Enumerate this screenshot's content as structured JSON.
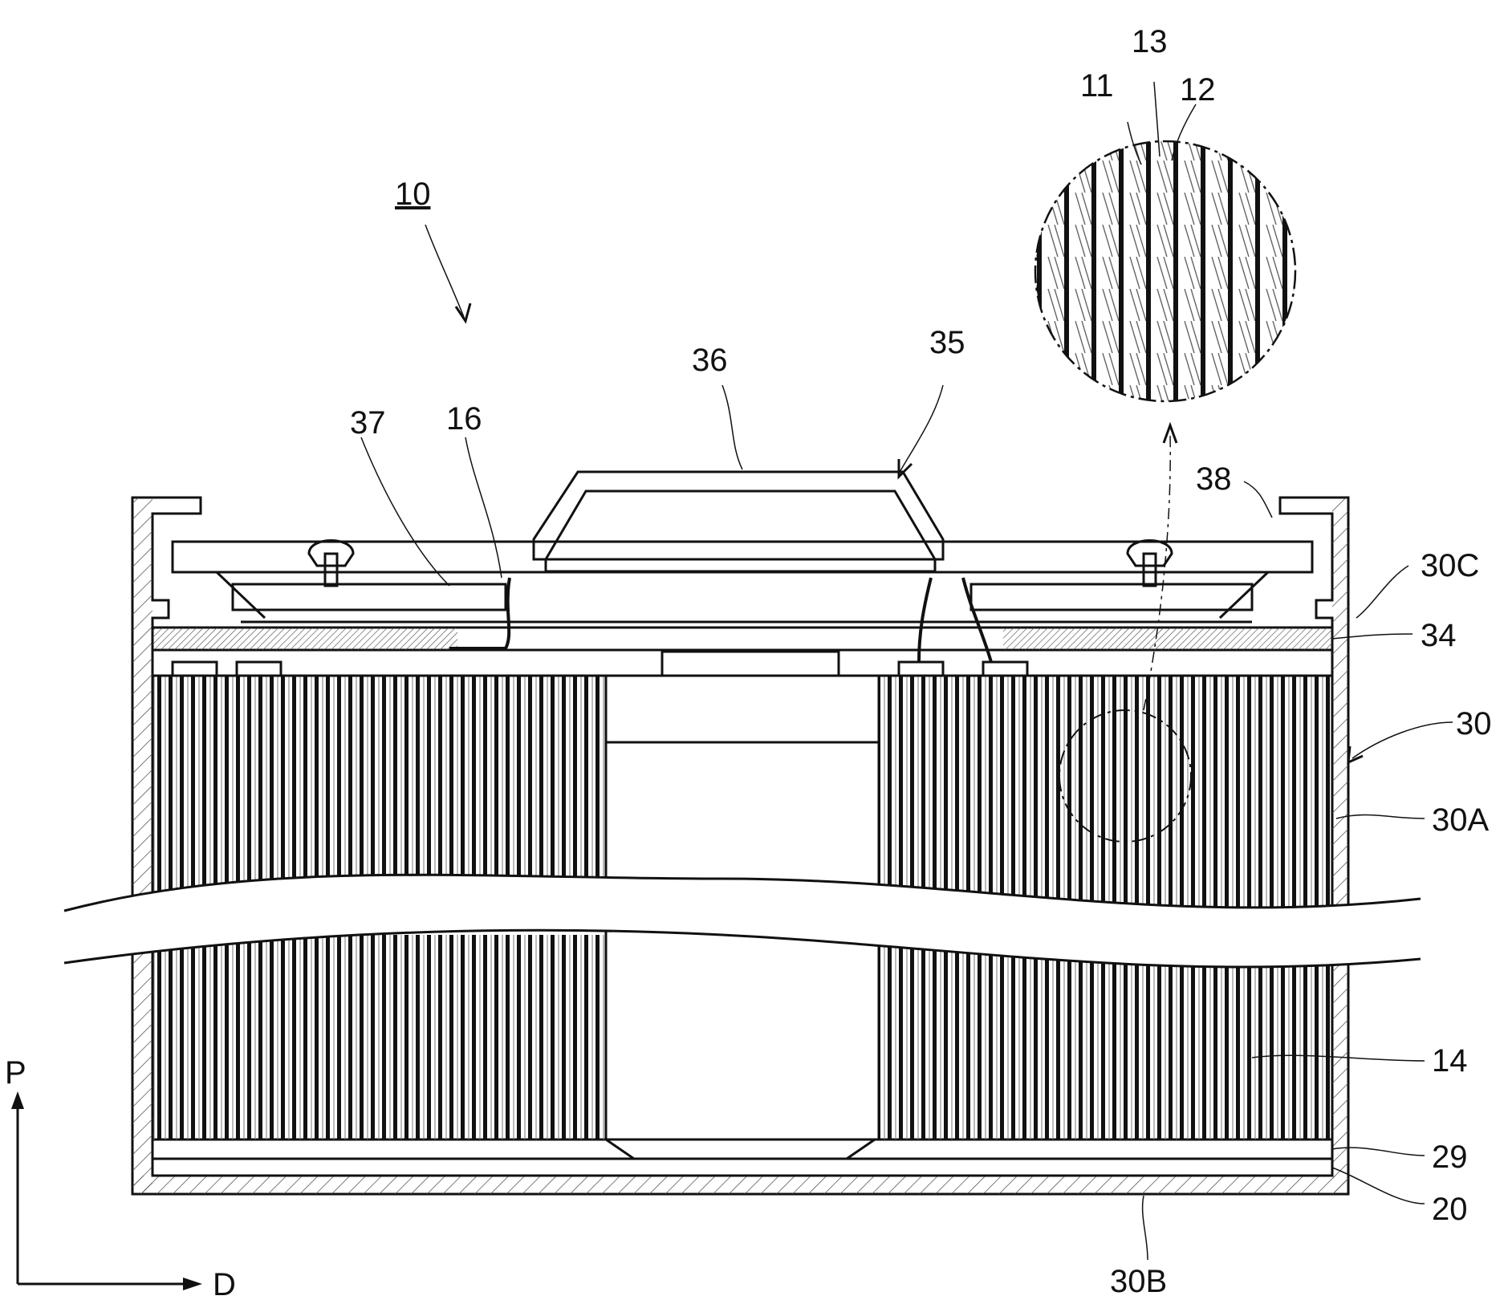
{
  "figure": {
    "ref_main": "10",
    "labels": {
      "l11": "11",
      "l12": "12",
      "l13": "13",
      "l14": "14",
      "l16": "16",
      "l20": "20",
      "l29": "29",
      "l30": "30",
      "l30A": "30A",
      "l30B": "30B",
      "l30C": "30C",
      "l34": "34",
      "l35": "35",
      "l36": "36",
      "l37": "37",
      "l38": "38"
    },
    "axes": {
      "vertical": "P",
      "horizontal": "D"
    }
  },
  "colors": {
    "ink": "#111111",
    "background": "#ffffff",
    "hatch": "#444444"
  }
}
